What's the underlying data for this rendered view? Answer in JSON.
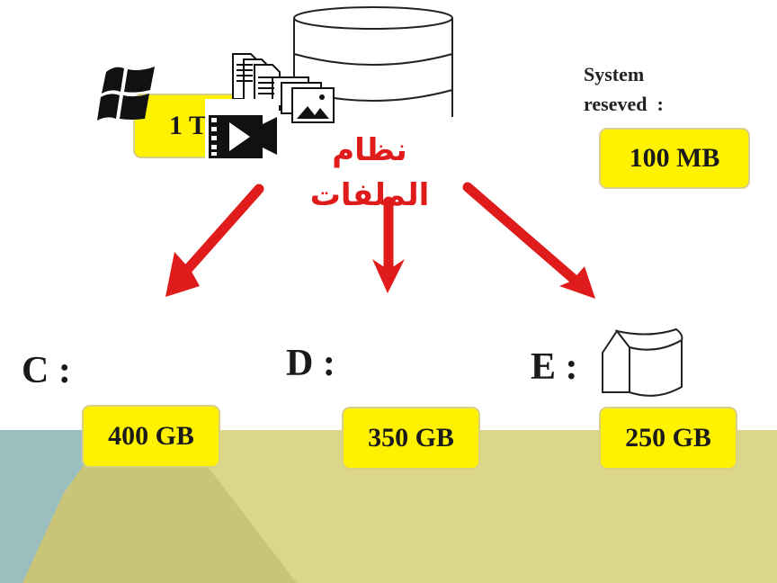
{
  "disk": {
    "size_label": "1 TB"
  },
  "filesystem_label": "نظام الملفات",
  "system_reserved": {
    "label": "System\nreseved  :",
    "size": "100 MB"
  },
  "partitions": [
    {
      "letter": "C :",
      "size": "400 GB"
    },
    {
      "letter": "D :",
      "size": "350 GB"
    },
    {
      "letter": "E :",
      "size": "250 GB"
    }
  ],
  "colors": {
    "arrow": "#e01b1b",
    "box": "#fff200",
    "ground": "#dcd68a",
    "teal": "#9bbfbf"
  },
  "icons": [
    "windows-logo-icon",
    "database-icon",
    "documents-icon",
    "video-icon",
    "partition-icon"
  ]
}
